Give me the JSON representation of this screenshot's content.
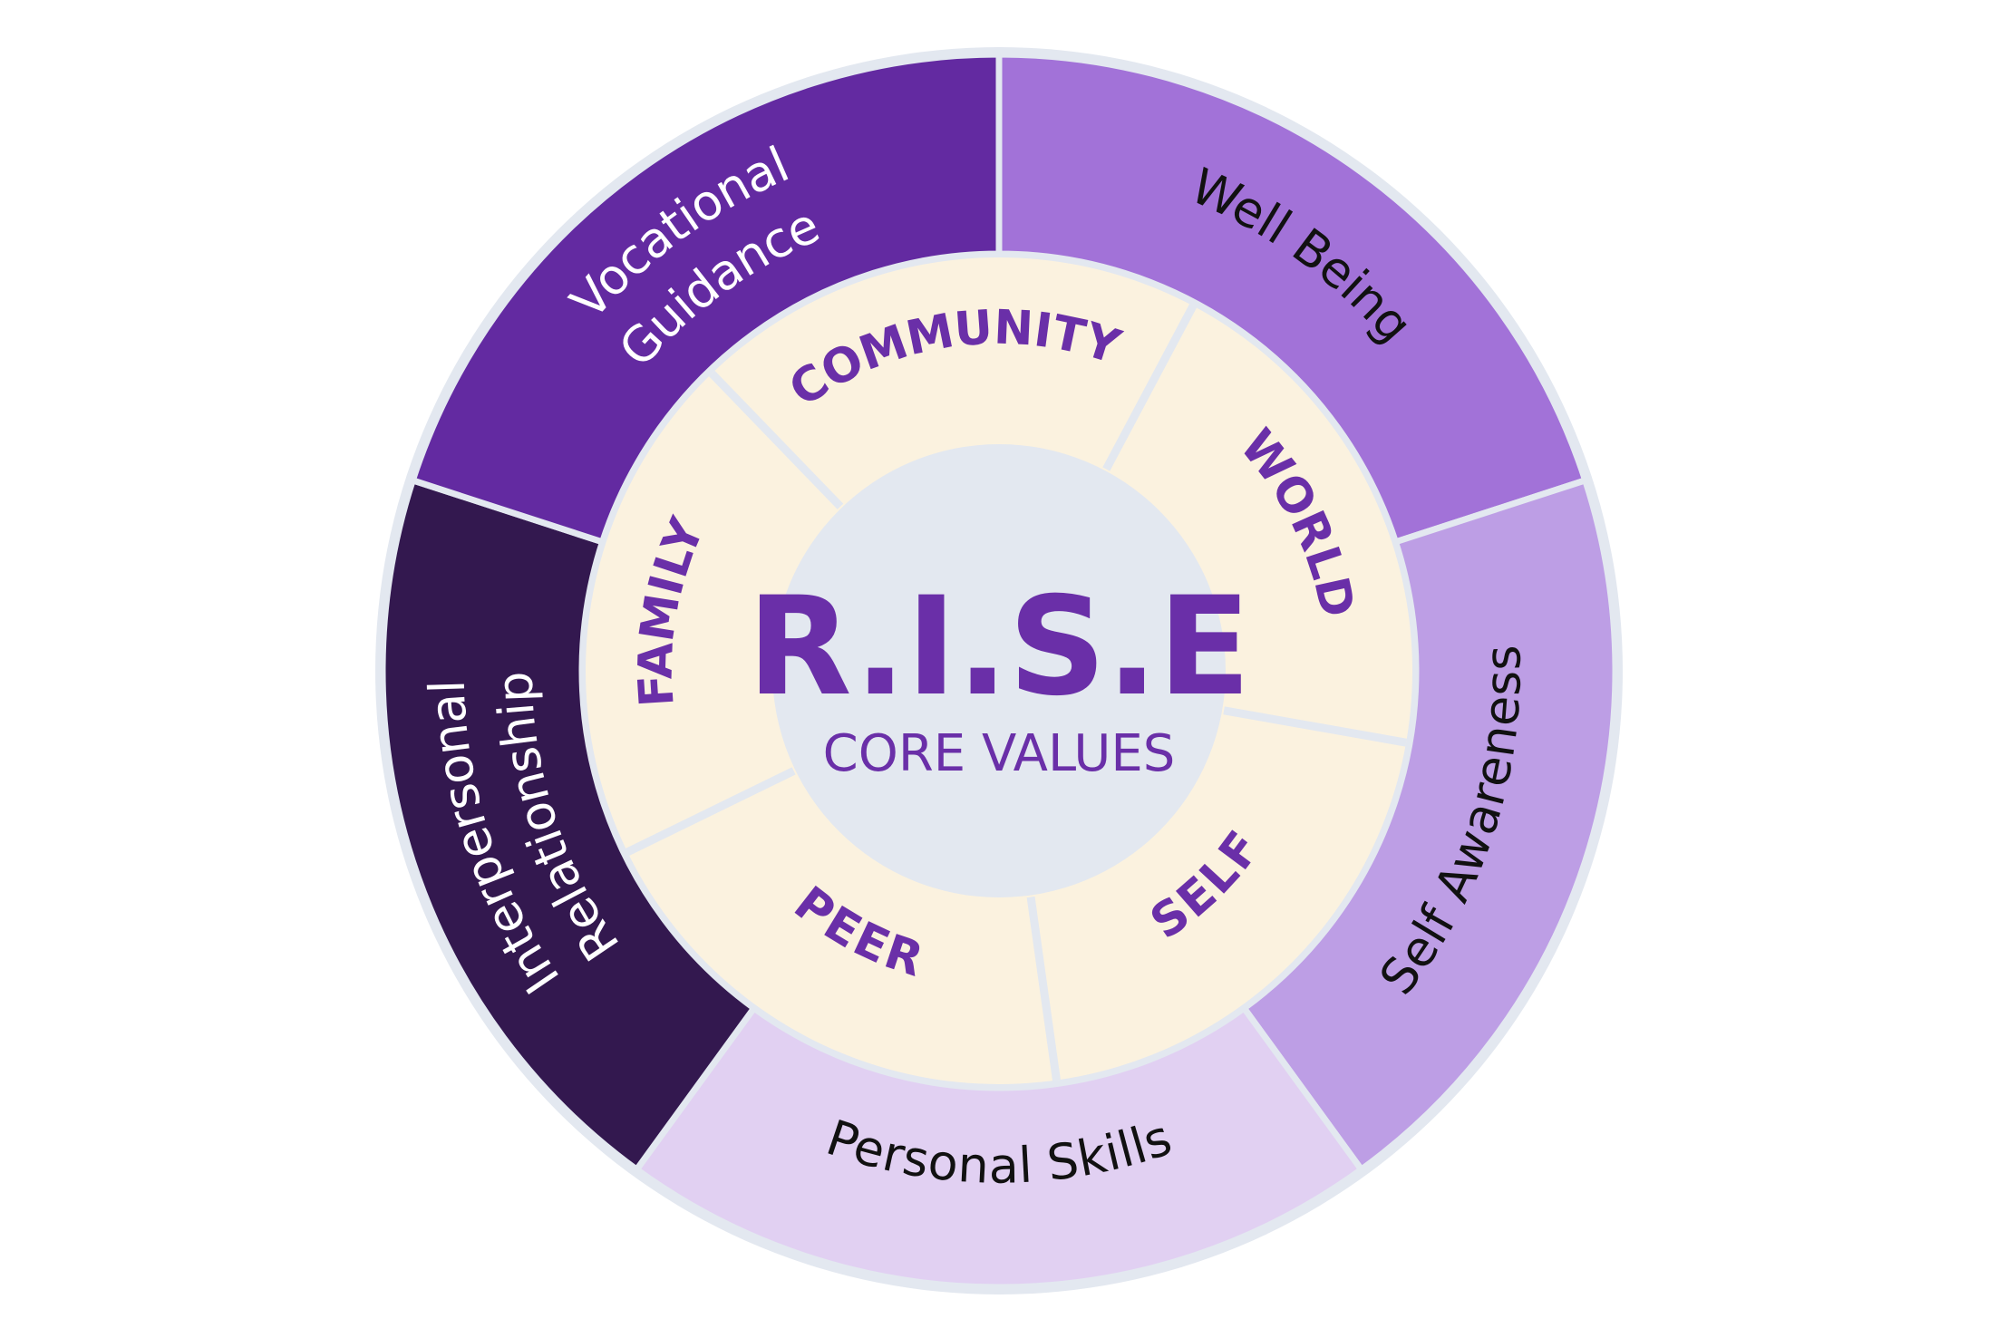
{
  "center": {
    "title": "R.I.S.E",
    "subtitle": "CORE VALUES",
    "color": "#6a2fa8",
    "fill": "#e3e8f0"
  },
  "outer_ring": [
    {
      "label": "Well Being",
      "fill": "#a272d8",
      "text_color": "#111111"
    },
    {
      "label": "Self Awareness",
      "fill": "#bd9ee5",
      "text_color": "#111111"
    },
    {
      "label": "Personal Skills",
      "fill": "#e1d0f2",
      "text_color": "#111111"
    },
    {
      "label": "Interpersonal Relationship",
      "fill": "#33184f",
      "text_color": "#ffffff"
    },
    {
      "label": "Vocational Guidance",
      "fill": "#632aa1",
      "text_color": "#ffffff"
    }
  ],
  "inner_ring": [
    {
      "label": "WORLD"
    },
    {
      "label": "SELF"
    },
    {
      "label": "PEER"
    },
    {
      "label": "FAMILY"
    },
    {
      "label": "COMMUNITY"
    }
  ],
  "colors": {
    "inner_fill": "#fbf2df",
    "inner_text": "#6a2fa8",
    "divider": "#e3e8f0"
  }
}
